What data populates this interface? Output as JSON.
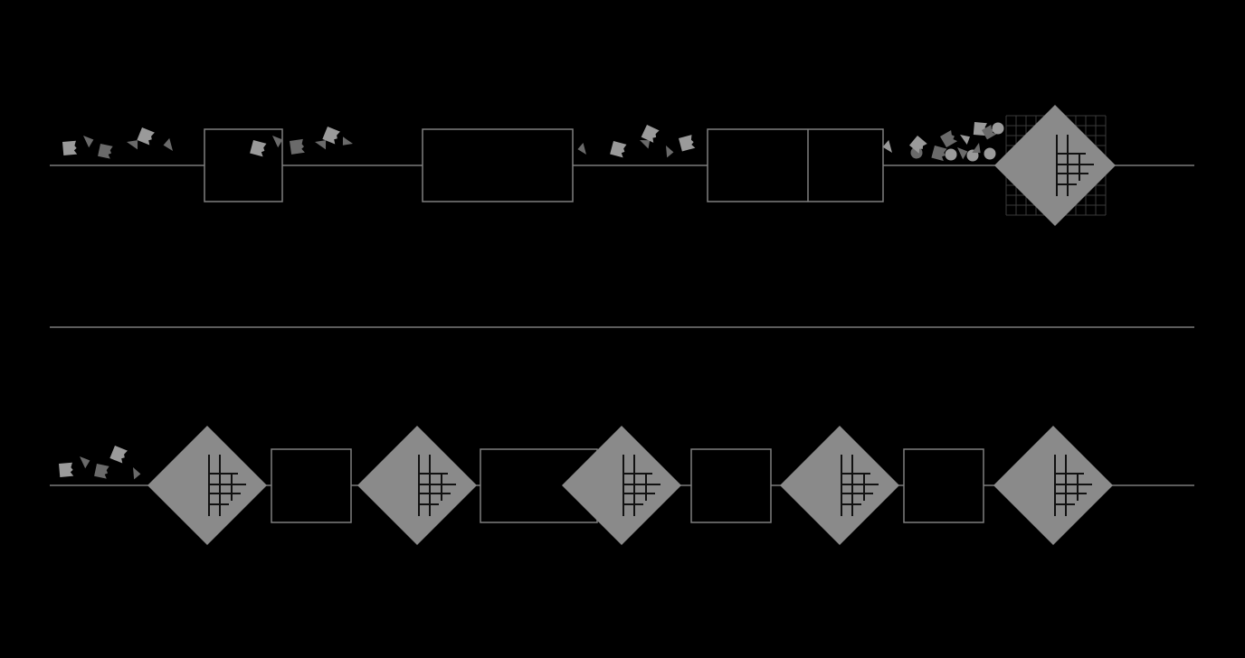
{
  "colors": {
    "background": "#000000",
    "line": "#7a7a7a",
    "box_stroke": "#7f7f7f",
    "diamond_fill": "#8a8a8a",
    "icon_stroke": "#111111",
    "grid": "#3a3a3a",
    "fragment_light": "#9a9a9a",
    "fragment_dark": "#6a6a6a"
  },
  "top_row": {
    "sequence": [
      "fragments",
      "box",
      "fragments",
      "wide-box",
      "fragments",
      "split-box",
      "fragment-pile",
      "gridded-diamond"
    ]
  },
  "bottom_row": {
    "sequence": [
      "fragments",
      "diamond",
      "box",
      "diamond",
      "wide-box",
      "diamond",
      "box",
      "diamond",
      "box",
      "diamond"
    ]
  }
}
